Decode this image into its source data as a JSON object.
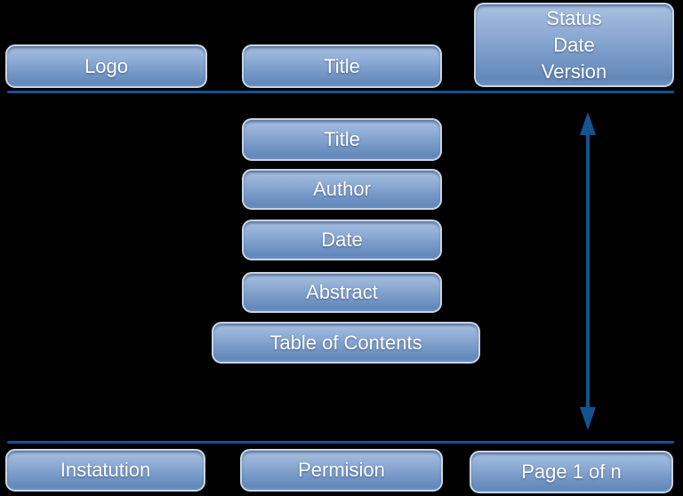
{
  "colors": {
    "background": "#000000",
    "line": "#15538f",
    "box_border": "#c9d5e4",
    "box_top": "#a9c1e1",
    "box_mid": "#86a5d0",
    "box_bottom": "#6288ba",
    "text": "#ffffff"
  },
  "header": {
    "logo": "Logo",
    "title": "Title",
    "status_block": "Status\nDate\nVersion"
  },
  "body": {
    "title": "Title",
    "author": "Author",
    "date": "Date",
    "abstract": "Abstract",
    "table_of_contents": "Table of Contents"
  },
  "footer": {
    "institution": "Instatution",
    "permission": "Permision",
    "page": "Page 1 of n"
  }
}
